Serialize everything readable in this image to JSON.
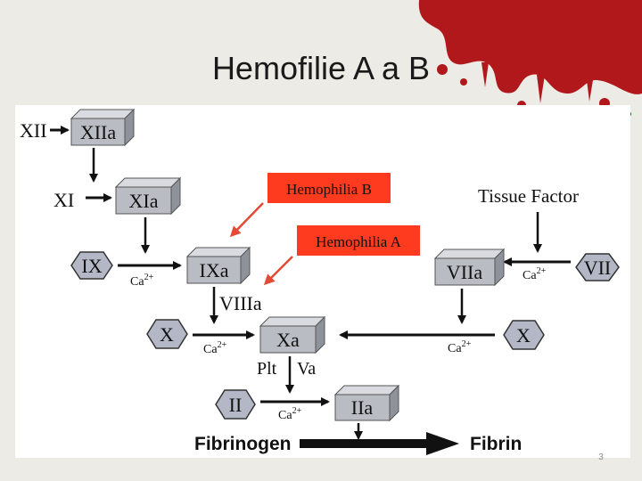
{
  "slide": {
    "title": "Hemofilie A a B",
    "page_number": "3"
  },
  "diagram": {
    "labels": {
      "hemophilia_b": "Hemophilia B",
      "hemophilia_a": "Hemophilia A",
      "tissue_factor": "Tissue Factor"
    },
    "factors": {
      "xii": "XII",
      "xiia": "XIIa",
      "xi": "XI",
      "xia": "XIa",
      "ix": "IX",
      "ixa": "IXa",
      "viii_a": "VIIIa",
      "vii": "VII",
      "viia": "VIIa",
      "x_left": "X",
      "x_right": "X",
      "xa": "Xa",
      "plt": "Plt",
      "va": "Va",
      "ii": "II",
      "iia": "IIa",
      "fibrinogen": "Fibrinogen",
      "fibrin": "Fibrin"
    },
    "calcium": {
      "base": "Ca",
      "superscript": "2+"
    },
    "colors": {
      "box_face": "#b9bcc3",
      "box_top": "#d9dbe0",
      "box_side": "#8e929b",
      "hexagon": "#b4b8c6",
      "hemophilia_label": "#ff3b1f",
      "arrow": "#e24a35"
    }
  }
}
